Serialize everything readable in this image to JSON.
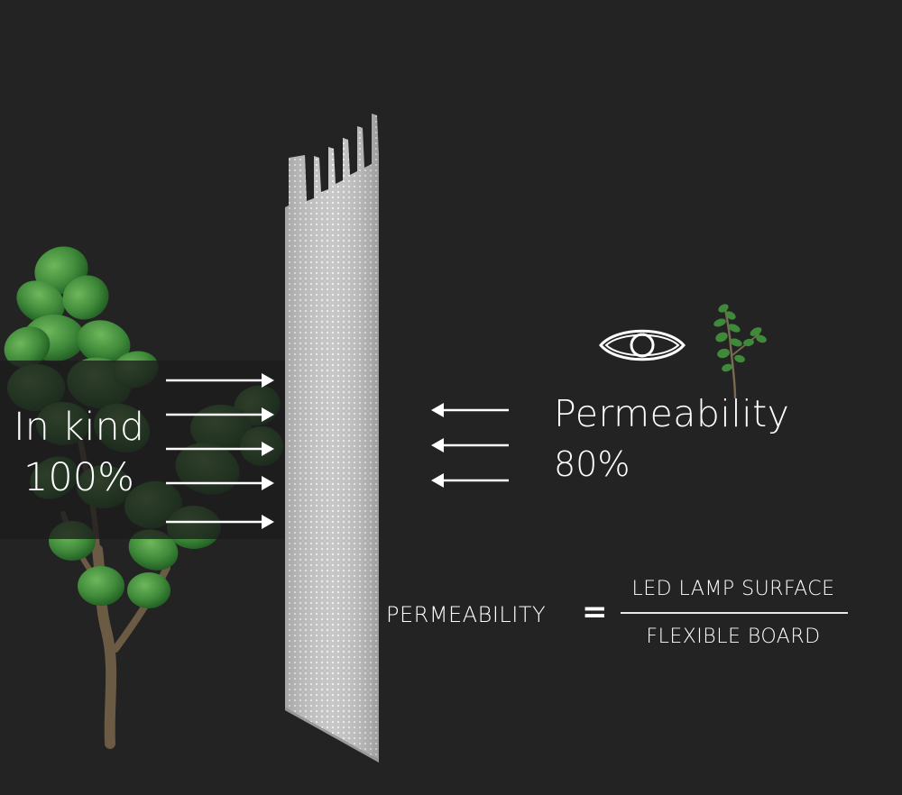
{
  "colors": {
    "background": "#232323",
    "panel": "#c9c9c9",
    "leaf": "#3f8a3a",
    "arrow": "#ffffff"
  },
  "left_label": {
    "line1": "In kind",
    "line2": "100%"
  },
  "right_label": {
    "title": "Permeability",
    "value": "80%"
  },
  "formula": {
    "label": "PERMEABILITY",
    "equals": "=",
    "numerator": "LED LAMP SURFACE",
    "denominator": "FLEXIBLE BOARD"
  },
  "icons": [
    "eye-icon",
    "plant-icon",
    "arrow-right-icon",
    "arrow-left-icon"
  ]
}
